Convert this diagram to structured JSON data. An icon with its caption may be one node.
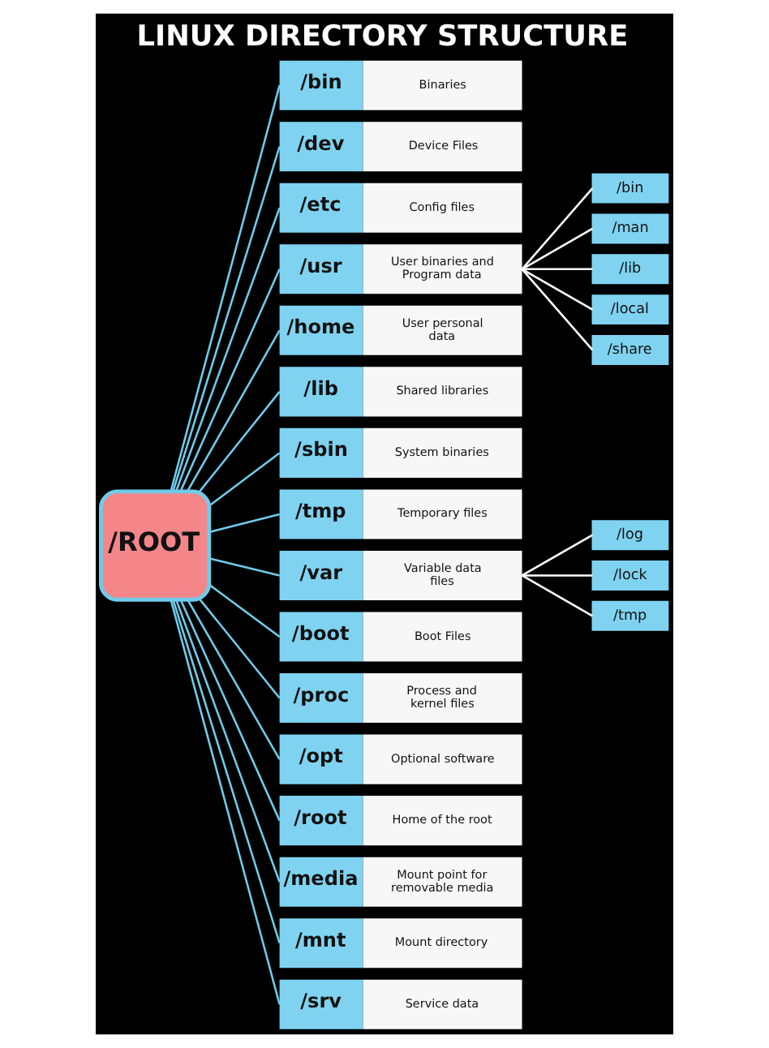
{
  "diagram": {
    "title": "LINUX DIRECTORY STRUCTURE",
    "nodes": [
      {
        "text": [
          "/ROOT"
        ]
      },
      {
        "text": [
          "/bin",
          "Binaries"
        ]
      },
      {
        "text": [
          "/dev",
          "Device Files"
        ]
      },
      {
        "text": [
          "/etc",
          "Config files"
        ]
      },
      {
        "text": [
          "/usr",
          "User binaries and Program data"
        ]
      },
      {
        "text": [
          "/home",
          "User personal data"
        ]
      },
      {
        "text": [
          "/lib",
          "Shared libraries"
        ]
      },
      {
        "text": [
          "/sbin",
          "System binaries"
        ]
      },
      {
        "text": [
          "/tmp",
          "Temporary files"
        ]
      },
      {
        "text": [
          "/var",
          "Variable data files"
        ]
      },
      {
        "text": [
          "/boot",
          "Boot Files"
        ]
      },
      {
        "text": [
          "/proc",
          "Process and kernel files"
        ]
      },
      {
        "text": [
          "/opt",
          "Optional software"
        ]
      },
      {
        "text": [
          "/root",
          "Home of the root"
        ]
      },
      {
        "text": [
          "/media",
          "Mount point for removable media"
        ]
      },
      {
        "text": [
          "/mnt",
          "Mount directory"
        ]
      },
      {
        "text": [
          "/srv",
          "Service data"
        ]
      },
      {
        "text": [
          "/bin"
        ]
      },
      {
        "text": [
          "/man"
        ]
      },
      {
        "text": [
          "/lib"
        ]
      },
      {
        "text": [
          "/local"
        ]
      },
      {
        "text": [
          "/share"
        ]
      },
      {
        "text": [
          "/log"
        ]
      },
      {
        "text": [
          "/lock"
        ]
      },
      {
        "text": [
          "/tmp"
        ]
      }
    ],
    "edges": [
      {
        "from": 0,
        "to": 1,
        "arrow": "none"
      },
      {
        "from": 0,
        "to": 2,
        "arrow": "none"
      },
      {
        "from": 0,
        "to": 3,
        "arrow": "none"
      },
      {
        "from": 0,
        "to": 4,
        "arrow": "none"
      },
      {
        "from": 0,
        "to": 5,
        "arrow": "none"
      },
      {
        "from": 0,
        "to": 6,
        "arrow": "none"
      },
      {
        "from": 0,
        "to": 7,
        "arrow": "none"
      },
      {
        "from": 0,
        "to": 8,
        "arrow": "none"
      },
      {
        "from": 0,
        "to": 9,
        "arrow": "none"
      },
      {
        "from": 0,
        "to": 10,
        "arrow": "none"
      },
      {
        "from": 0,
        "to": 11,
        "arrow": "none"
      },
      {
        "from": 0,
        "to": 12,
        "arrow": "none"
      },
      {
        "from": 0,
        "to": 13,
        "arrow": "none"
      },
      {
        "from": 0,
        "to": 14,
        "arrow": "none"
      },
      {
        "from": 0,
        "to": 15,
        "arrow": "none"
      },
      {
        "from": 0,
        "to": 16,
        "arrow": "none"
      },
      {
        "from": 4,
        "to": 17,
        "arrow": "none",
        "color": "#ffffff"
      },
      {
        "from": 4,
        "to": 18,
        "arrow": "none",
        "color": "#ffffff"
      },
      {
        "from": 4,
        "to": 19,
        "arrow": "none",
        "color": "#ffffff"
      },
      {
        "from": 4,
        "to": 20,
        "arrow": "none",
        "color": "#ffffff"
      },
      {
        "from": 4,
        "to": 21,
        "arrow": "none",
        "color": "#ffffff"
      },
      {
        "from": 9,
        "to": 22,
        "arrow": "none",
        "color": "#ffffff"
      },
      {
        "from": 9,
        "to": 23,
        "arrow": "none",
        "color": "#ffffff"
      },
      {
        "from": 9,
        "to": 24,
        "arrow": "none",
        "color": "#ffffff"
      }
    ]
  }
}
